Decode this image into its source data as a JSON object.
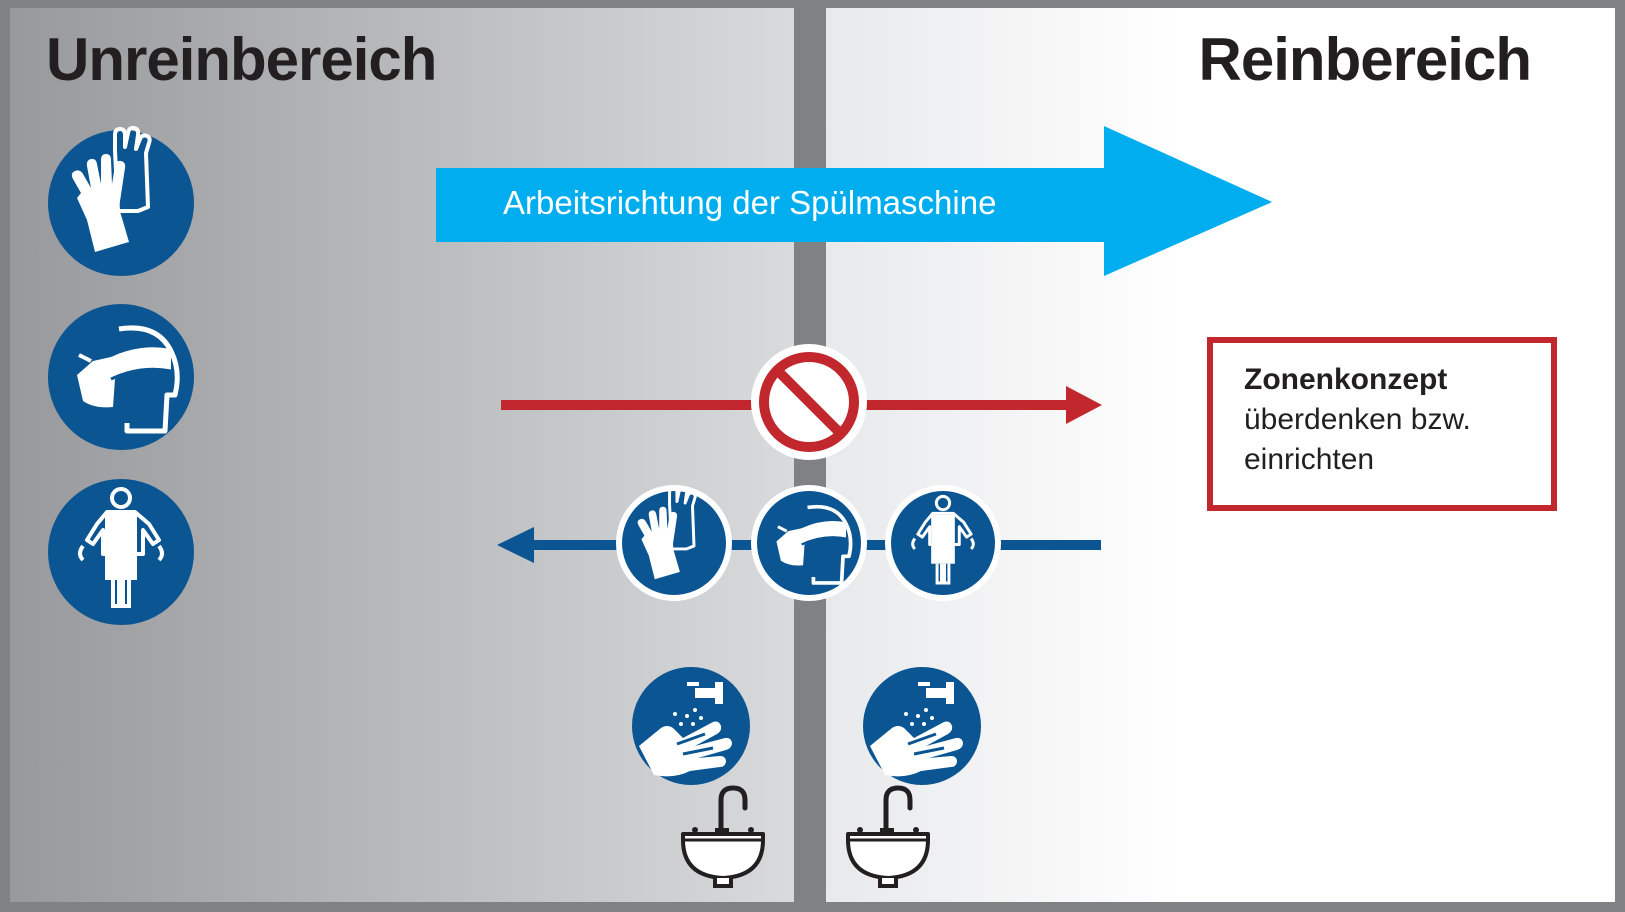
{
  "zones": {
    "unclean_title": "Unreinbereich",
    "clean_title": "Reinbereich"
  },
  "flow_arrow": {
    "label": "Arbeitsrichtung der Spülmaschine",
    "color": "#00aeef"
  },
  "note": {
    "title": "Zonenkonzept",
    "line1": "überdenken bzw.",
    "line2": "einrichten",
    "border_color": "#c1272d"
  },
  "colors": {
    "sign_blue": "#0a5592",
    "prohibition_red": "#c1272d",
    "divider_gray": "#808184"
  },
  "icons": {
    "left_column": [
      "gloves-icon",
      "face-mask-icon",
      "apron-icon"
    ],
    "forbidden_path": "prohibition-icon",
    "return_path": [
      "gloves-icon",
      "face-mask-icon",
      "apron-icon"
    ],
    "hand_wash": [
      "hand-washing-icon",
      "hand-washing-icon"
    ],
    "sinks": [
      "sink-icon",
      "sink-icon"
    ]
  }
}
